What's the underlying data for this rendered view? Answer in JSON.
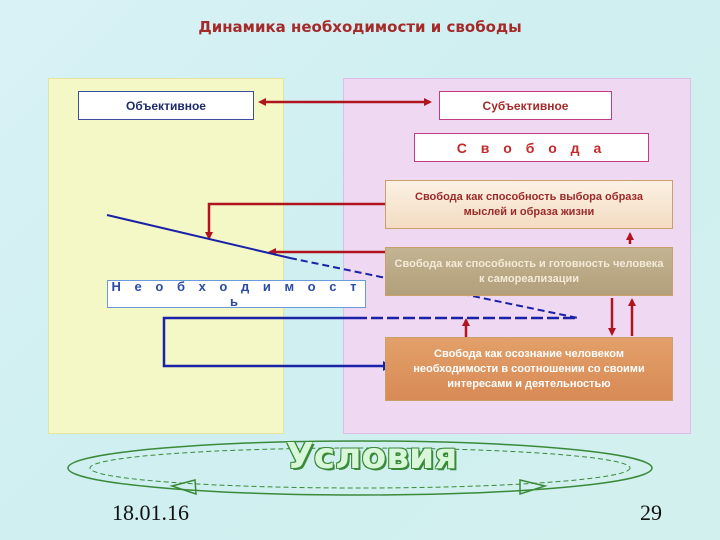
{
  "title": "Динамика необходимости и свободы",
  "labels": {
    "objective": "Объективное",
    "subjective": "Субъективное",
    "freedom": "С в о б о д а",
    "necessity": "Н е о б х о д и м о с т ь",
    "freedom_choice": "Свобода как способность выбора образа мыслей и образа жизни",
    "freedom_selfreal": "Свобода как способность и готовность человека к самореализации",
    "freedom_awareness": "Свобода как осознание человеком необходимости в соотношении со своими интересами и деятельностью",
    "conditions": "Условия"
  },
  "footer": {
    "date": "18.01.16",
    "page": "29"
  },
  "colors": {
    "arrow_red": "#b0141e",
    "line_blue": "#1a22a8",
    "panel_left": "#f4f7c6",
    "panel_right": "#efd8f2",
    "conditions_text": "#d7f7d8",
    "ellipse": "#3a8a3a"
  }
}
